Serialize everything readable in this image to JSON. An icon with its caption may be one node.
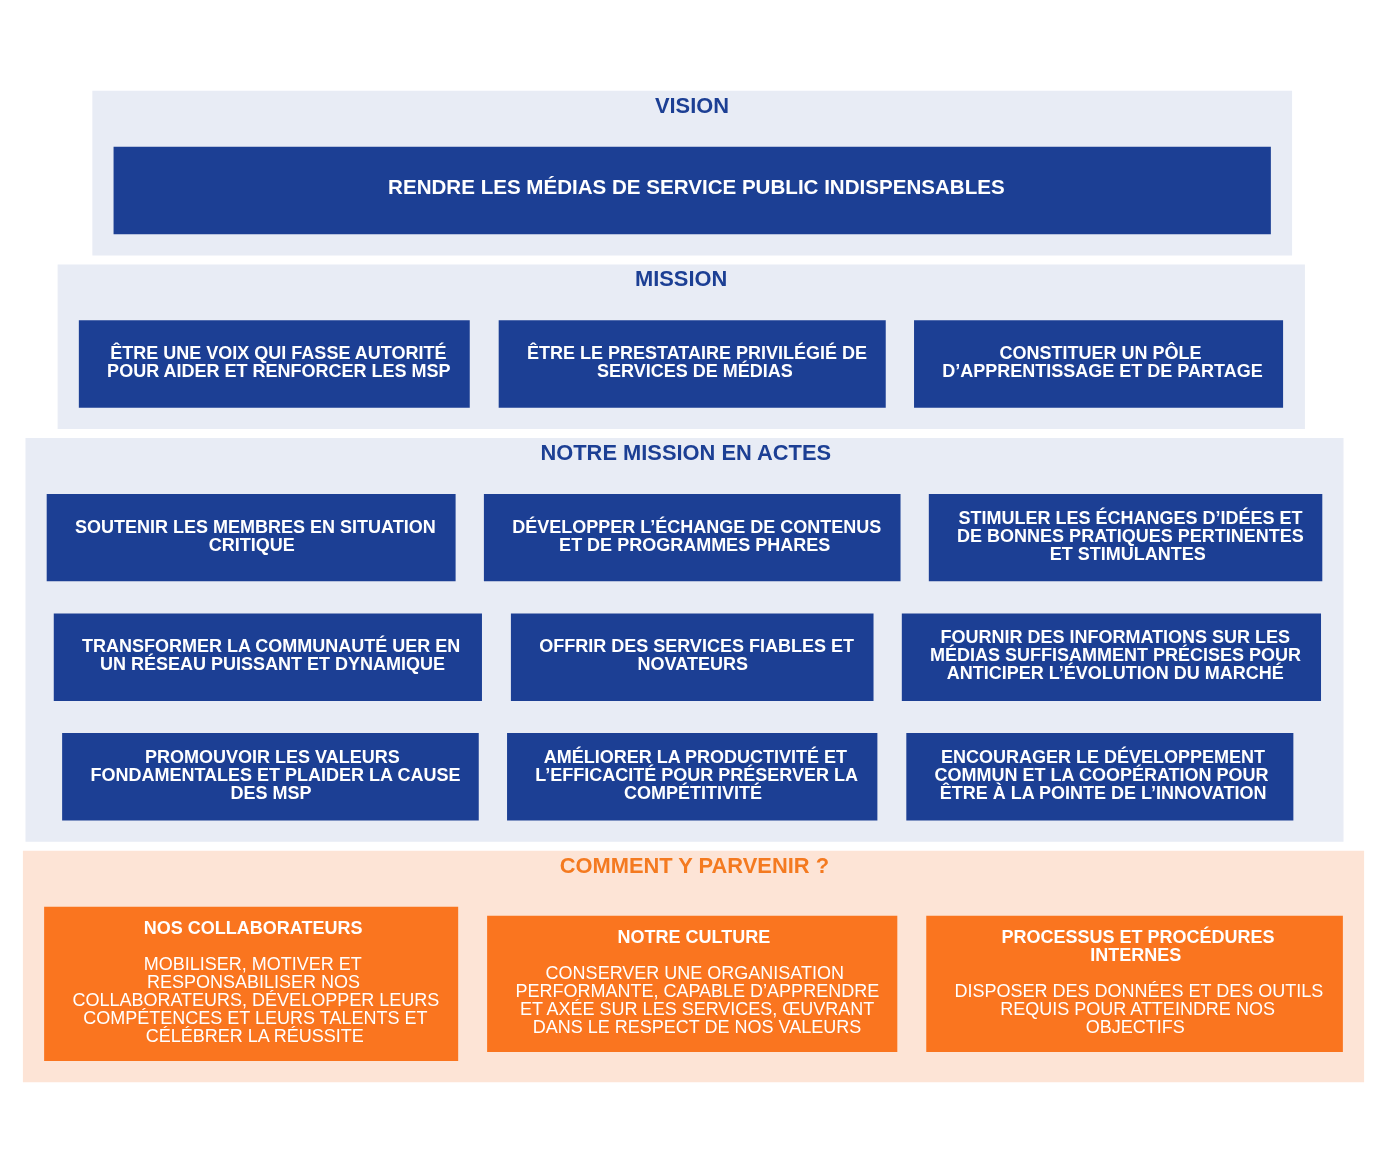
{
  "diagram": {
    "nodes": [
      {
        "text": [
          "VISION"
        ]
      },
      {
        "text": [
          "RENDRE LES MÉDIAS DE SERVICE PUBLIC INDISPENSABLES"
        ],
        "in": 0
      },
      {
        "text": [
          "MISSION"
        ]
      },
      {
        "text": [
          "ÊTRE UNE VOIX QUI FASSE AUTORITÉ POUR AIDER ET RENFORCER LES MSP"
        ],
        "in": 2
      },
      {
        "text": [
          "ÊTRE LE PRESTATAIRE PRIVILÉGIÉ DE SERVICES DE MÉDIAS"
        ],
        "in": 2
      },
      {
        "text": [
          "CONSTITUER UN PÔLE D’APPRENTISSAGE ET DE PARTAGE"
        ],
        "in": 2
      },
      {
        "text": [
          "NOTRE MISSION EN ACTES"
        ]
      },
      {
        "text": [
          "SOUTENIR LES MEMBRES EN SITUATION CRITIQUE"
        ],
        "in": 6
      },
      {
        "text": [
          "DÉVELOPPER L’ÉCHANGE DE CONTENUS ET DE PROGRAMMES PHARES"
        ],
        "in": 6
      },
      {
        "text": [
          "STIMULER LES ÉCHANGES D’IDÉES ET DE BONNES PRATIQUES PERTINENTES ET STIMULANTES"
        ],
        "in": 6
      },
      {
        "text": [
          "TRANSFORMER LA COMMUNAUTÉ UER EN UN RÉSEAU PUISSANT ET DYNAMIQUE"
        ],
        "in": 6
      },
      {
        "text": [
          "OFFRIR DES SERVICES FIABLES ET NOVATEURS"
        ],
        "in": 6
      },
      {
        "text": [
          "FOURNIR DES INFORMATIONS SUR LES MÉDIAS SUFFISAMMENT PRÉCISES POUR ANTICIPER L’ÉVOLUTION DU MARCHÉ"
        ],
        "in": 6
      },
      {
        "text": [
          "PROMOUVOIR LES VALEURS FONDAMENTALES ET PLAIDER LA CAUSE DES MSP"
        ],
        "in": 6
      },
      {
        "text": [
          "AMÉLIORER LA PRODUCTIVITÉ ET L’EFFICACITÉ POUR PRÉSERVER LA COMPÉTITIVITÉ"
        ],
        "in": 6
      },
      {
        "text": [
          "ENCOURAGER LE DÉVELOPPEMENT COMMUN ET LA COOPÉRATION POUR ÊTRE À LA POINTE DE L’INNOVATION"
        ],
        "in": 6
      },
      {
        "text": [
          "COMMENT Y PARVENIR ?"
        ]
      },
      {
        "text": [
          "NOS COLLABORATEURS",
          "MOBILISER, MOTIVER ET RESPONSABILISER NOS COLLABORATEURS, DÉVELOPPER LEURS COMPÉTENCES ET LEURS TALENTS ET CÉLÉBRER LA RÉUSSITE"
        ],
        "in": 16
      },
      {
        "text": [
          "NOTRE CULTURE",
          "CONSERVER UNE ORGANISATION PERFORMANTE, CAPABLE D’APPRENDRE ET AXÉE SUR LES SERVICES, ŒUVRANT DANS LE RESPECT DE NOS VALEURS"
        ],
        "in": 16
      },
      {
        "text": [
          "PROCESSUS ET PROCÉDURES INTERNES",
          "DISPOSER DES DONNÉES ET DES OUTILS REQUIS POUR ATTEINDRE NOS OBJECTIFS"
        ],
        "in": 16
      }
    ]
  }
}
